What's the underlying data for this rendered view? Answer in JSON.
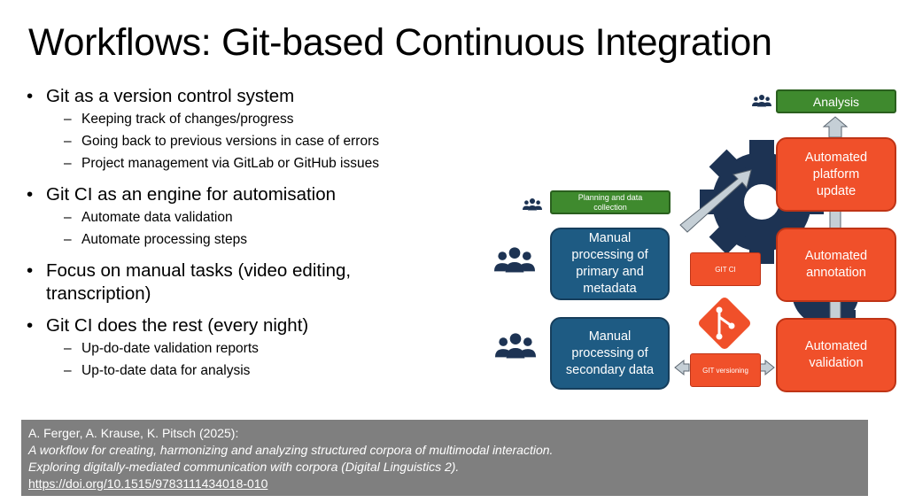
{
  "slide": {
    "title": "Workflows: Git-based Continuous Integration"
  },
  "bullets": {
    "b1": "Git as a version control system",
    "b1_sub": [
      "Keeping track of changes/progress",
      "Going back to previous versions in case of errors",
      "Project management via GitLab or GitHub issues"
    ],
    "b2": "Git CI as an engine for automisation",
    "b2_sub": [
      "Automate data validation",
      "Automate processing steps"
    ],
    "b3_line1": "Focus on manual tasks (video editing,",
    "b3_line2": "transcription)",
    "b4": "Git CI does the rest (every night)",
    "b4_sub": [
      "Up-do-date validation reports",
      "Up-to-date data for analysis"
    ],
    "bullet_glyph": "•",
    "dash_glyph": "–"
  },
  "diagram": {
    "analysis": "Analysis",
    "planning_line1": "Planning and data",
    "planning_line2": "collection",
    "manual_primary": [
      "Manual",
      "processing of",
      "primary and",
      "metadata"
    ],
    "manual_secondary": [
      "Manual",
      "processing of",
      "secondary data"
    ],
    "auto_platform": [
      "Automated",
      "platform",
      "update"
    ],
    "auto_annotation": [
      "Automated",
      "annotation"
    ],
    "auto_validation": [
      "Automated",
      "validation"
    ],
    "git_ci": "GIT CI",
    "git_versioning": "GIT versioning",
    "icons": [
      "people-icon",
      "gear-icon",
      "git-logo-icon",
      "arrow-icon"
    ],
    "colors": {
      "blue": "#1e5b83",
      "orange": "#f0502a",
      "green": "#3f8a2e",
      "gear": "#1d3353",
      "arrow": "#c5cfd6"
    }
  },
  "citation": {
    "authors": "A. Ferger, A. Krause, K. Pitsch (2025):",
    "title": "A workflow for creating, harmonizing and analyzing structured corpora of multimodal interaction.",
    "book": "Exploring digitally-mediated communication with corpora (Digital Linguistics 2).",
    "link": "https://doi.org/10.1515/9783111434018-010"
  }
}
